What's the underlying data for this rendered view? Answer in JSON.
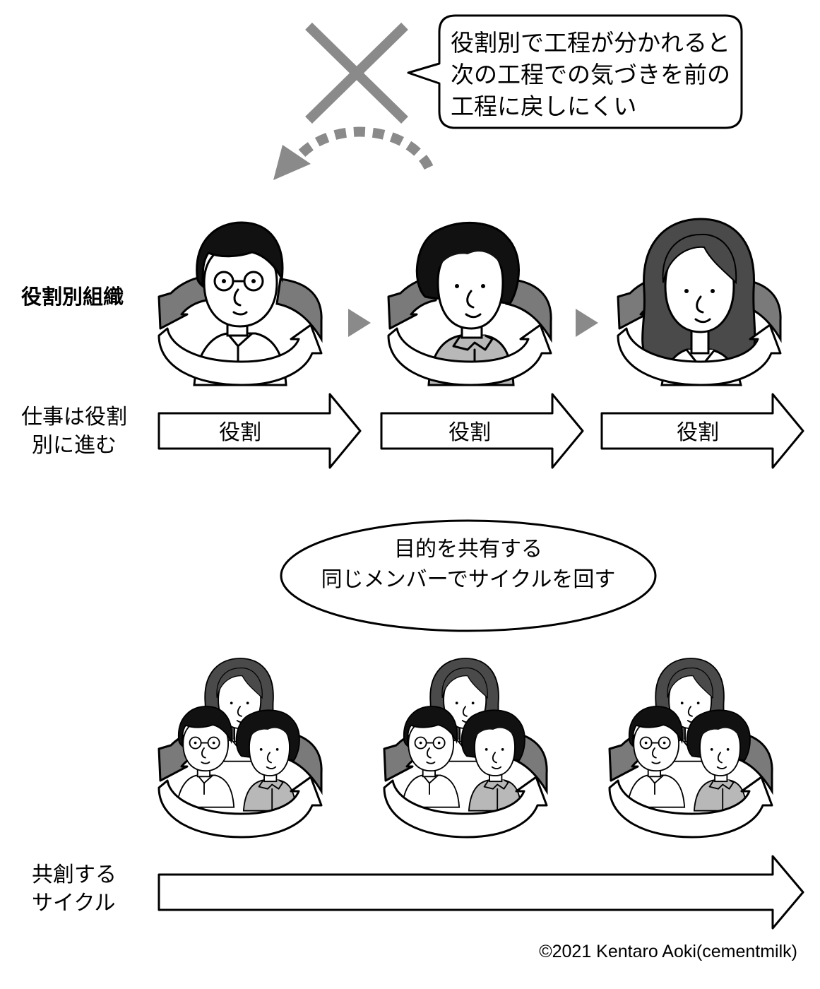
{
  "speech_bubble": {
    "lines": [
      "役割別で工程が分かれると",
      "次の工程での気づきを前の",
      "工程に戻しにくい"
    ]
  },
  "role_section": {
    "heading": "役割別組織",
    "flow_label": [
      "仕事は役割",
      "別に進む"
    ],
    "arrow_labels": [
      "役割",
      "役割",
      "役割"
    ]
  },
  "ellipse": {
    "lines": [
      "目的を共有する",
      "同じメンバーでサイクルを回す"
    ]
  },
  "cocreation_section": {
    "flow_label": [
      "共創する",
      "サイクル"
    ]
  },
  "copyright": "©2021 Kentaro Aoki(cementmilk)",
  "colors": {
    "grey_arrow": "#8a8a8a",
    "dark_hair": "#111111",
    "woman_hair": "#4a4a4a",
    "shirt": "#b8b8b8",
    "cycle_dark": "#7a7a7a"
  },
  "icons": [
    "prohibited-x-icon",
    "return-arrow-icon",
    "cycle-arrow-icon",
    "person-icon",
    "step-triangle-icon"
  ]
}
